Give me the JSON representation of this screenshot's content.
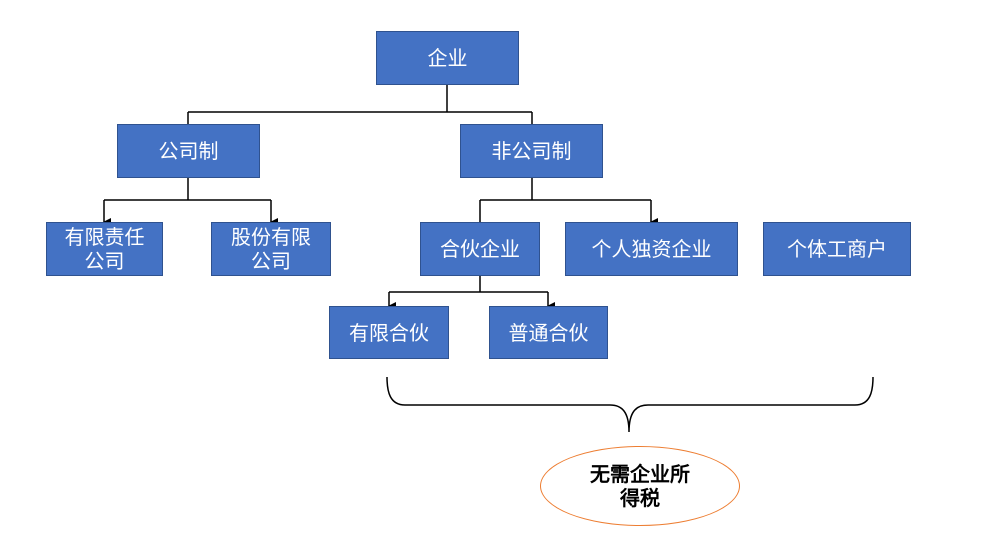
{
  "diagram": {
    "root": "企业",
    "company_type": "公司制",
    "non_company_type": "非公司制",
    "llc": "有限责任\n公司",
    "joint_stock": "股份有限\n公司",
    "partnership": "合伙企业",
    "sole_proprietorship": "个人独资企业",
    "individual_business": "个体工商户",
    "limited_partnership": "有限合伙",
    "general_partnership": "普通合伙",
    "note": "无需企业所\n得税"
  },
  "colors": {
    "node_fill": "#4472C4",
    "node_border": "#2F528F",
    "note_border": "#ED7D31",
    "line": "#000000"
  }
}
